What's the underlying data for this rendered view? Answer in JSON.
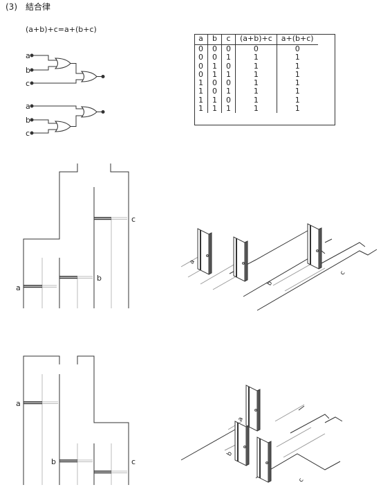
{
  "heading": "(3)　結合律",
  "formula": "(a+b)+c=a+(b+c)",
  "circuit_top": {
    "inputs": [
      "a",
      "b",
      "c"
    ]
  },
  "circuit_bottom": {
    "inputs": [
      "a",
      "b",
      "c"
    ]
  },
  "truth_table": {
    "headers": [
      "a",
      "b",
      "c",
      "(a+b)+c",
      "a+(b+c)"
    ],
    "rows": [
      [
        "0",
        "0",
        "0",
        "0",
        "0"
      ],
      [
        "0",
        "0",
        "1",
        "1",
        "1"
      ],
      [
        "0",
        "1",
        "0",
        "1",
        "1"
      ],
      [
        "0",
        "1",
        "1",
        "1",
        "1"
      ],
      [
        "1",
        "0",
        "0",
        "1",
        "1"
      ],
      [
        "1",
        "0",
        "1",
        "1",
        "1"
      ],
      [
        "1",
        "1",
        "0",
        "1",
        "1"
      ],
      [
        "1",
        "1",
        "1",
        "1",
        "1"
      ]
    ]
  },
  "plan_top": {
    "labels": [
      "a",
      "b",
      "c"
    ]
  },
  "plan_bottom": {
    "labels": [
      "a",
      "b",
      "c"
    ]
  },
  "iso_top": {
    "labels": [
      "a",
      "b",
      "c"
    ]
  },
  "iso_bottom": {
    "labels": [
      "a",
      "b",
      "c"
    ]
  }
}
